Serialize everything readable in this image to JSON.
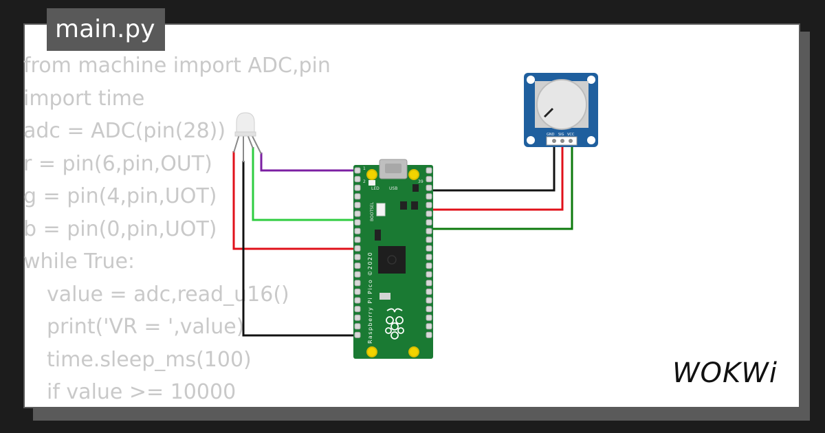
{
  "file_tab": {
    "label": "main.py"
  },
  "code_lines": [
    {
      "text": "from machine import ADC,pin",
      "indent": false
    },
    {
      "text": "import time",
      "indent": false
    },
    {
      "text": "adc = ADC(pin(28))",
      "indent": false
    },
    {
      "text": "r = pin(6,pin,OUT)",
      "indent": false
    },
    {
      "text": "g = pin(4,pin,UOT)",
      "indent": false
    },
    {
      "text": "b = pin(0,pin,UOT)",
      "indent": false
    },
    {
      "text": "while True:",
      "indent": false
    },
    {
      "text": "value = adc,read_u16()",
      "indent": true
    },
    {
      "text": "print('VR = ',value)",
      "indent": true
    },
    {
      "text": "time.sleep_ms(100)",
      "indent": true
    },
    {
      "text": "if value >= 10000",
      "indent": true
    }
  ],
  "board": {
    "name_label": "Raspberry Pi Pico ©2020",
    "led_label": "LED",
    "usb_label": "USB",
    "bootsel_label": "BOOTSEL",
    "pin_label_top_left": "1",
    "pin_label_second_left": "2",
    "pin_label_top_right": "39"
  },
  "potentiometer": {
    "pin_labels": [
      "GND",
      "SIG",
      "VCC"
    ]
  },
  "wires": {
    "purple": "#7b1fa2",
    "green": "#2ecc40",
    "red": "#e0101a",
    "black": "#111111",
    "dark_green": "#0c7a0c"
  },
  "colors": {
    "board_green": "#1a7a33",
    "pot_blue": "#1f5f9e",
    "code_gray": "#c9c9c9",
    "tab_gray": "#595959"
  },
  "logo": {
    "text": "WOKWi"
  }
}
